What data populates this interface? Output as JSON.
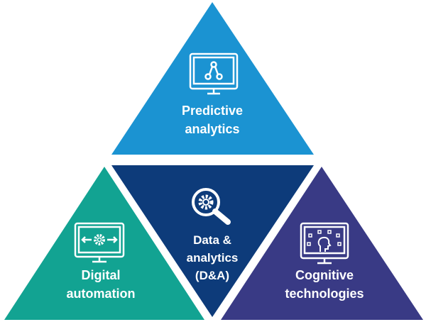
{
  "colors": {
    "top": "#1b93d2",
    "center": "#0d3b7a",
    "left": "#12a392",
    "right": "#393a85",
    "icon": "#ffffff"
  },
  "segments": {
    "top": {
      "line1": "Predictive",
      "line2": "analytics",
      "icon": "monitor-network-icon"
    },
    "center": {
      "line1": "Data &",
      "line2": "analytics",
      "line3": "(D&A)",
      "icon": "gear-magnifier-icon"
    },
    "left": {
      "line1": "Digital",
      "line2": "automation",
      "icon": "monitor-gear-arrows-icon"
    },
    "right": {
      "line1": "Cognitive",
      "line2": "technologies",
      "icon": "monitor-head-icon"
    }
  }
}
